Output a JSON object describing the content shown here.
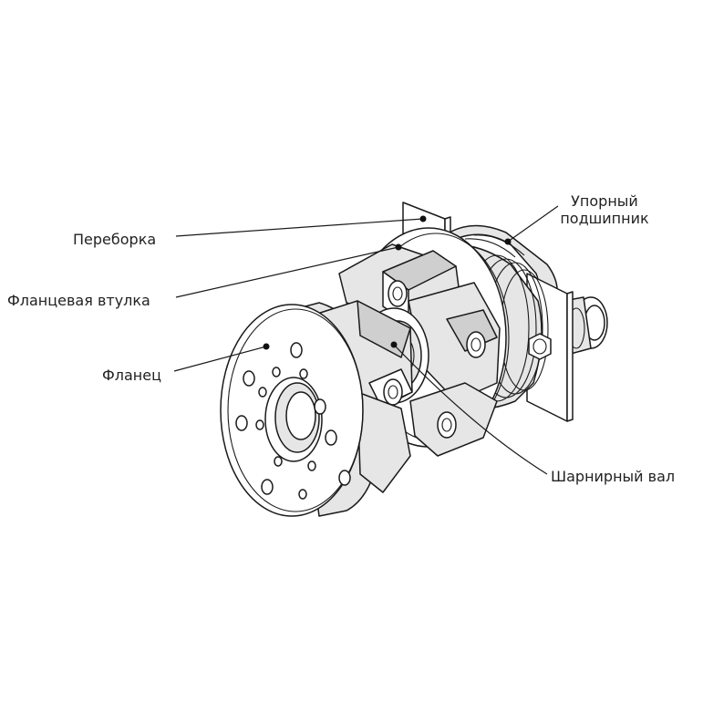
{
  "labels": {
    "bearing_line1": "Упорный",
    "bearing_line2": "подшипник",
    "bulkhead": "Переборка",
    "flange_sleeve": "Фланцевая втулка",
    "flange": "Фланец",
    "cardan_shaft": "Шарнирный вал"
  },
  "colors": {
    "line": "#1a1a1a",
    "fill_light": "#e6e6e6",
    "fill_dark": "#cfcfcf",
    "background": "#ffffff"
  }
}
